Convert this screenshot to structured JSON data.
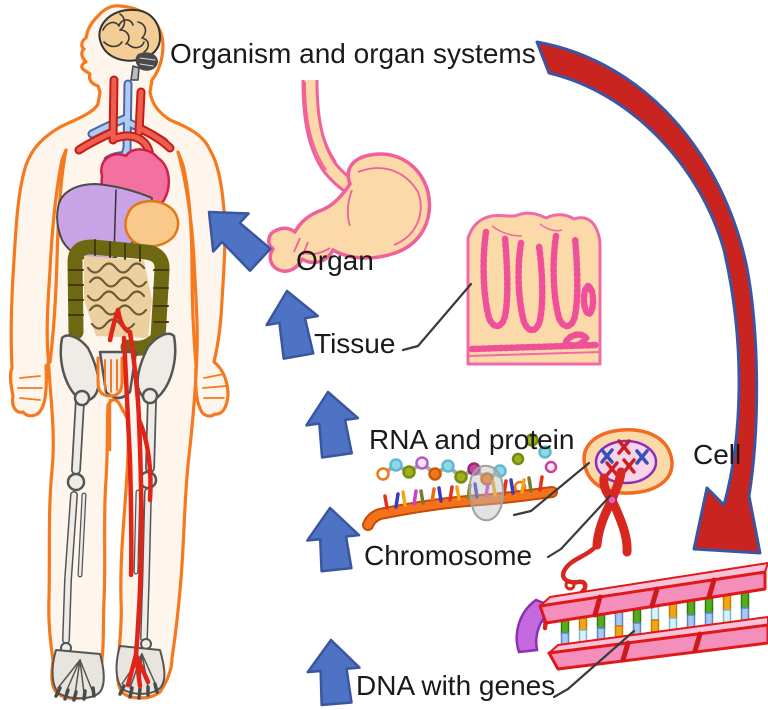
{
  "labels": {
    "organism": "Organism and organ systems",
    "organ": "Organ",
    "tissue": "Tissue",
    "rna_protein": "RNA and protein",
    "chromosome": "Chromosome",
    "cell": "Cell",
    "dna": "DNA with genes"
  },
  "colors": {
    "text": "#1a1a1a",
    "body_outline": "#F4791F",
    "blue_arrow_fill": "#4E73C4",
    "blue_arrow_stroke": "#39569E",
    "red_arrow_fill": "#C92420",
    "red_arrow_stroke": "#3C55A3",
    "pink_outline": "#F0609A",
    "peach_fill": "#FBD9A8",
    "gland_magenta": "#F0509A",
    "leader_line": "#3A3A3A",
    "heart_pink": "#F2719F",
    "liver_purple": "#C9A3E6",
    "intestine_olive": "#6E6813",
    "intestine_tan": "#EDD0A0",
    "chromosome_red": "#D62820",
    "nucleus_purple": "#8B2FB5",
    "nucleus_fill": "#F7D4EC",
    "dna_rail_pink": "#F48FBC",
    "dna_rail_outline": "#E01818",
    "rung_green": "#57AC1E",
    "rung_blue": "#A8C8F0",
    "rung_yellow": "#F2A51B",
    "rung_cyan": "#D8F2F6",
    "mrna_orange": "#F2731B",
    "ribosome_gray": "#A0A0A0",
    "bone_gray": "#EFECE7",
    "bone_outline": "#555555",
    "artery_red": "#E02418",
    "vein_blue": "#AECBF0",
    "brain_tan": "#F3CD95"
  }
}
